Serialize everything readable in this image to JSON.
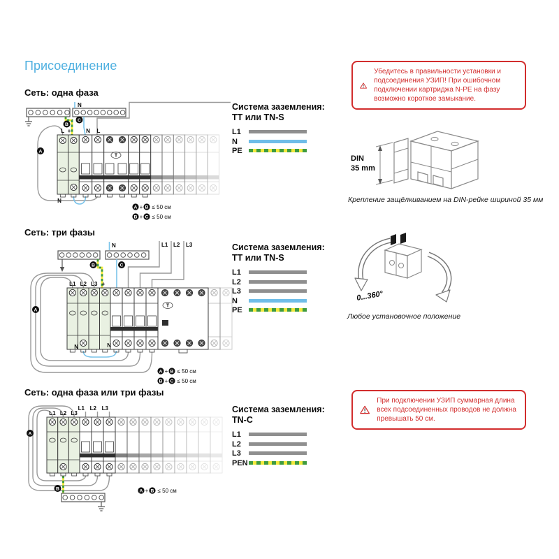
{
  "title": "Присоединение",
  "accent_color": "#4fb0e0",
  "warning_color": "#d22d2d",
  "sections": {
    "s1": {
      "heading": "Сеть: одна фаза"
    },
    "s2": {
      "heading": "Сеть: три фазы"
    },
    "s3": {
      "heading": "Сеть: одна фаза или три фазы"
    }
  },
  "grounding": {
    "b1": {
      "title1": "Система заземления:",
      "title2": "ТТ или TN-S",
      "rows": [
        {
          "label": "L1",
          "type": "phase"
        },
        {
          "label": "N",
          "type": "neutral"
        },
        {
          "label": "PE",
          "type": "pe"
        }
      ]
    },
    "b2": {
      "title1": "Система заземления:",
      "title2": "ТТ или TN-S",
      "rows": [
        {
          "label": "L1",
          "type": "phase"
        },
        {
          "label": "L2",
          "type": "phase"
        },
        {
          "label": "L3",
          "type": "phase"
        },
        {
          "label": "N",
          "type": "neutral"
        },
        {
          "label": "PE",
          "type": "pe"
        }
      ]
    },
    "b3": {
      "title1": "Система заземления:",
      "title2": "TN-C",
      "rows": [
        {
          "label": "L1",
          "type": "phase"
        },
        {
          "label": "L2",
          "type": "phase"
        },
        {
          "label": "L3",
          "type": "phase"
        },
        {
          "label": "PEN",
          "type": "pe"
        }
      ]
    }
  },
  "warnings": {
    "w1": "Убедитесь в правильности установки и подсоединения УЗИП! При ошибочном подключении картриджа N-PE на фазу возможно короткое замыкание.",
    "w2": "При подключении УЗИП суммарная длина всех подсоединенных проводов не должна превышать 50 см."
  },
  "din": {
    "label1": "DIN",
    "label2": "35 mm",
    "caption": "Крепление защёлкиванием на DIN-рейке шириной 35 мм"
  },
  "rotation": {
    "angle": "0...360°",
    "caption": "Любое установочное положение"
  },
  "d1": {
    "busbar_n": "N",
    "spd_l": "L",
    "spd_plus": "+",
    "br_n": "N",
    "br_l": "L",
    "bottom_n": "N",
    "test_btn": "T",
    "mA": "A",
    "mB": "B",
    "mC": "C",
    "ann1": {
      "m1": "A",
      "plus": "+",
      "m2": "B",
      "text": "≤ 50 см"
    },
    "ann2": {
      "m1": "B",
      "plus": "+",
      "m2": "C",
      "text": "≤ 50 см"
    }
  },
  "d2": {
    "busbar_n": "N",
    "supply": [
      "L1",
      "L2",
      "L3"
    ],
    "spd": [
      "L1",
      "L2",
      "L3",
      "+"
    ],
    "bottom_n1": "N",
    "bottom_n2": "N",
    "test_btn": "T",
    "mA": "A",
    "mB": "B",
    "mC": "C",
    "ann1": {
      "m1": "A",
      "plus": "+",
      "m2": "B",
      "text": "≤ 50 см"
    },
    "ann2": {
      "m1": "B",
      "plus": "+",
      "m2": "C",
      "text": "≤ 50 см"
    }
  },
  "d3": {
    "supply": [
      "L1",
      "L2",
      "L3"
    ],
    "spd": [
      "L1",
      "L2",
      "L3"
    ],
    "mA": "A",
    "mB": "B",
    "ann1": {
      "m1": "A",
      "plus": "+",
      "m2": "B",
      "text": "≤ 50 см"
    }
  }
}
